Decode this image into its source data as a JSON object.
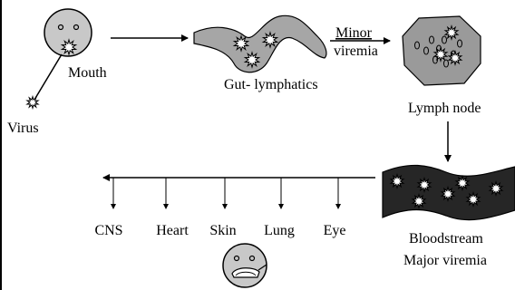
{
  "labels": {
    "mouth": "Mouth",
    "virus": "Virus",
    "gut": "Gut- lymphatics",
    "minor_line1": "Minor",
    "minor_line2": "viremia",
    "lymph_node": "Lymph node",
    "bloodstream": "Bloodstream",
    "major_viremia": "Major viremia"
  },
  "organs": [
    "CNS",
    "Heart",
    "Skin",
    "Lung",
    "Eye"
  ],
  "colors": {
    "face_fill": "#c8c8c8",
    "gut_fill": "#a6a6a6",
    "node_fill": "#9a9a9a",
    "blood_fill": "#262626",
    "virus_fill": "#ffffff",
    "line": "#000000"
  }
}
